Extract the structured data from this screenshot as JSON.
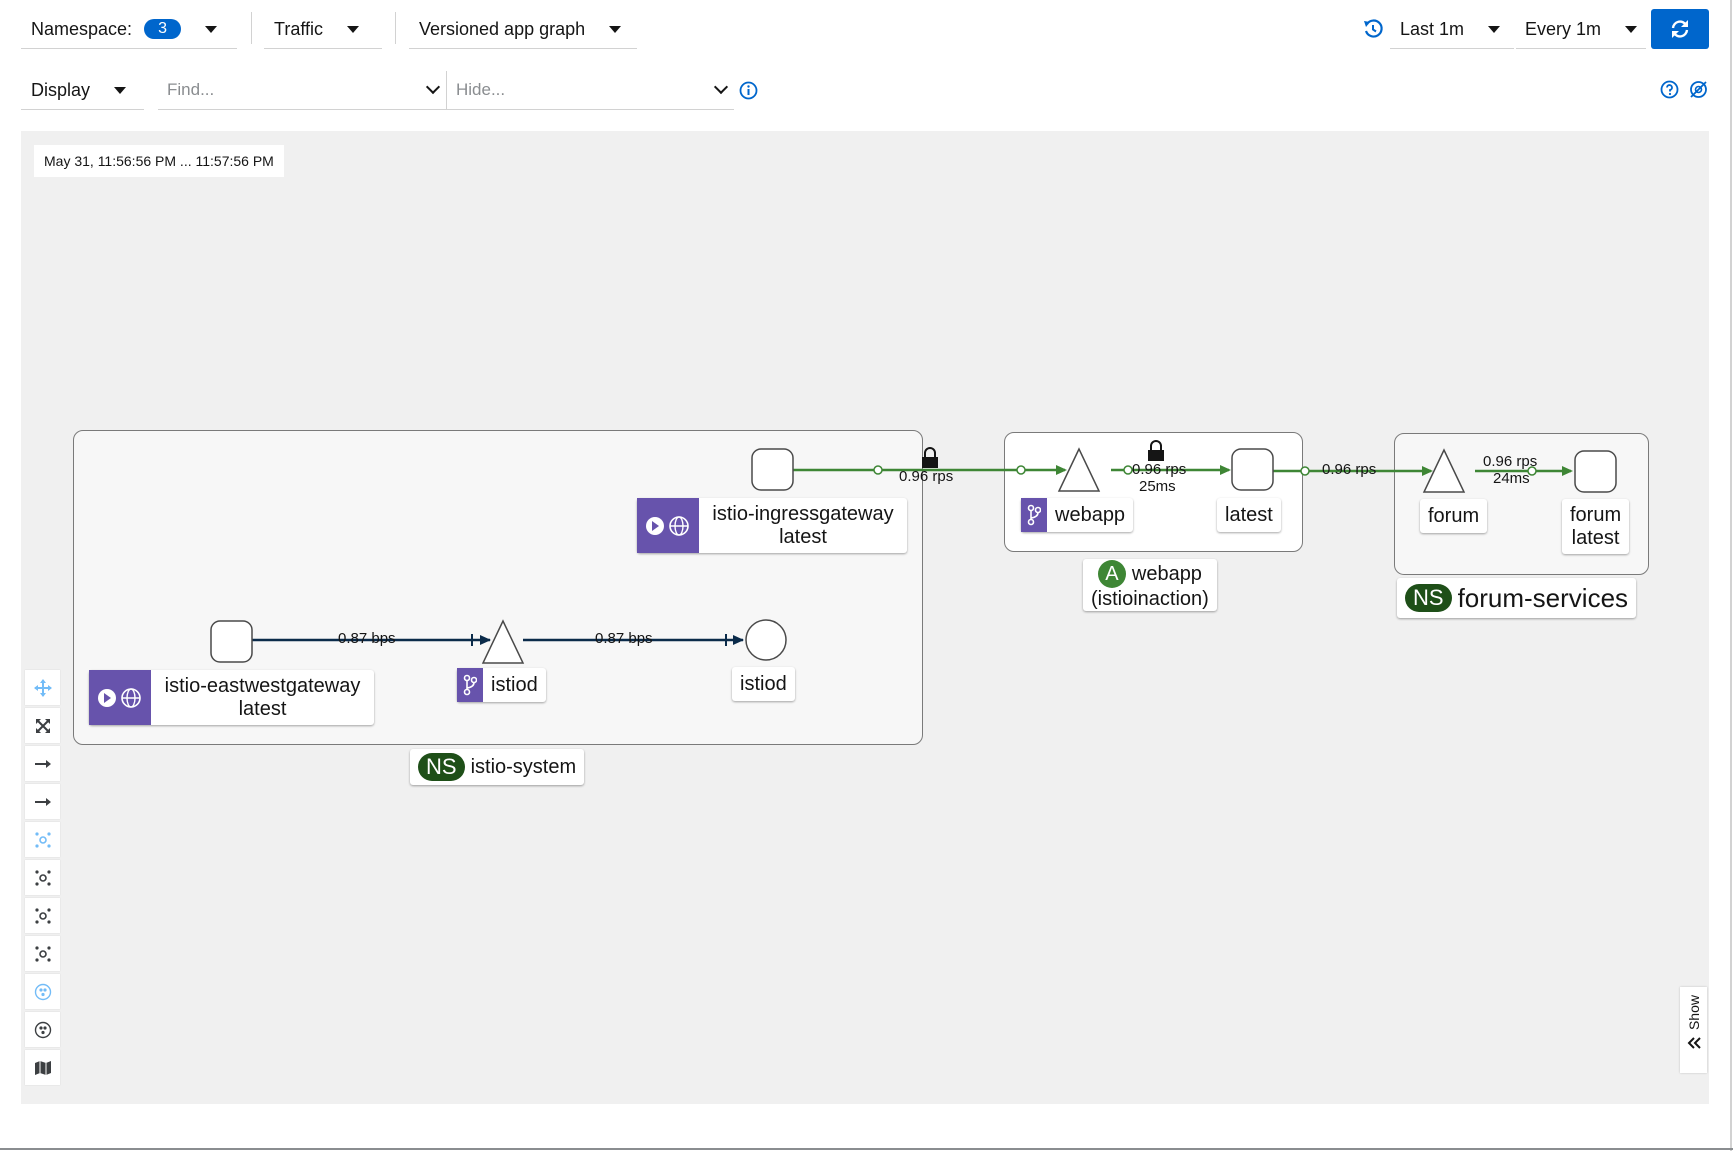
{
  "toolbar": {
    "namespace_label": "Namespace:",
    "namespace_count": "3",
    "traffic_label": "Traffic",
    "graph_type": "Versioned app graph",
    "time_range": "Last 1m",
    "refresh_interval": "Every 1m"
  },
  "filters": {
    "display_label": "Display",
    "find_placeholder": "Find...",
    "hide_placeholder": "Hide..."
  },
  "graph": {
    "timestamp": "May 31, 11:56:56 PM ... 11:57:56 PM",
    "show_label": "Show",
    "namespaces": {
      "istio_system": "istio-system",
      "forum_services": "forum-services",
      "ns_badge": "NS"
    },
    "app_box": {
      "badge": "A",
      "name": "webapp",
      "namespace": "(istioinaction)"
    },
    "nodes": {
      "ingress_name": "istio-ingressgateway",
      "ingress_version": "latest",
      "eastwest_name": "istio-eastwestgateway",
      "eastwest_version": "latest",
      "istiod_service": "istiod",
      "istiod_workload": "istiod",
      "webapp_service": "webapp",
      "webapp_version": "latest",
      "forum_service": "forum",
      "forum_name": "forum",
      "forum_version": "latest"
    },
    "edges": {
      "ingress_to_webapp": "0.96 rps",
      "webapp_rps": "0.96 rps",
      "webapp_latency": "25ms",
      "webapp_to_forum": "0.96 rps",
      "forum_rps": "0.96 rps",
      "forum_latency": "24ms",
      "eastwest_to_istiod": "0.87 bps",
      "istiod_to_istiod": "0.87 bps"
    }
  },
  "colors": {
    "accent": "#0066cc",
    "healthy_edge": "#3e8635",
    "tcp_edge": "#0b2b4a",
    "purple": "#6753ac",
    "ns_badge": "#1e4f18"
  }
}
